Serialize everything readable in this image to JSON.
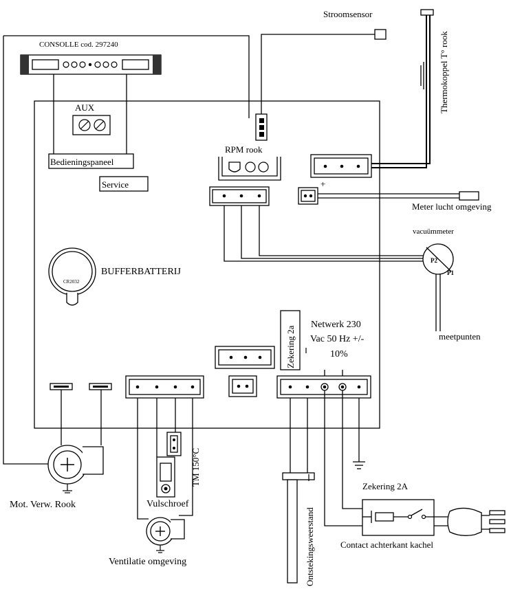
{
  "labels": {
    "consolle": "CONSOLLE cod. 297240",
    "stroomsensor": "Stroomsensor",
    "thermokoppel": "Thermokoppel T° rook",
    "aux": "AUX",
    "rpm_rook": "RPM rook",
    "bedieningspaneel": "Bedieningspaneel",
    "service": "Service",
    "meter_lucht": "Meter lucht omgeving",
    "vacuummeter": "vacuümmeter",
    "p2": "P2",
    "p1": "P1",
    "meetpunten": "meetpunten",
    "bufferbatterij": "BUFFERBATTERIJ",
    "battery_text": "CR2032",
    "zekering_2a_small": "Zekering 2a",
    "netwerk_line1": "Netwerk 230",
    "netwerk_line2": "Vac 50 Hz +/-",
    "netwerk_line3": "10%",
    "tm150": "TM 150°C",
    "vulschroef": "Vulschroef",
    "mot_verw_rook": "Mot. Verw. Rook",
    "ventilatie": "Ventilatie omgeving",
    "ontstekingsweerstand": "Ontstekingsweerstand",
    "zekering_2A": "Zekering 2A",
    "contact": "Contact achterkant kachel",
    "plus": "+"
  }
}
